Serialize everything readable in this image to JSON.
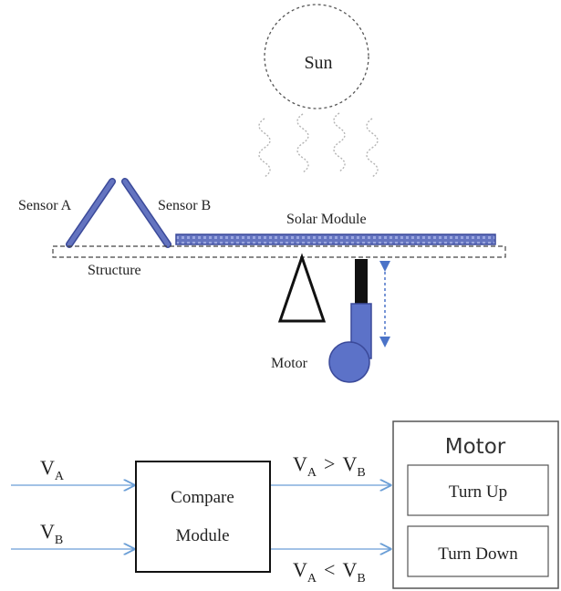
{
  "diagram": {
    "sun_label": "Sun",
    "sensor_a_label": "Sensor A",
    "sensor_b_label": "Sensor B",
    "solar_module_label": "Solar Module",
    "structure_label": "Structure",
    "motor_label": "Motor"
  },
  "block": {
    "input_a": {
      "main": "V",
      "sub": "A"
    },
    "input_b": {
      "main": "V",
      "sub": "B"
    },
    "compare_line1": "Compare",
    "compare_line2": "Module",
    "out_up": {
      "a": "V",
      "a_sub": "A",
      "op": ">",
      "b": "V",
      "b_sub": "B"
    },
    "out_down": {
      "a": "V",
      "a_sub": "A",
      "op": "<",
      "b": "V",
      "b_sub": "B"
    },
    "motor_title": "Motor",
    "turn_up": "Turn Up",
    "turn_down": "Turn Down"
  },
  "colors": {
    "panel_blue": "#6474c0",
    "panel_dark": "#3b4a9a",
    "arrow_blue": "#6a9ed6",
    "motor_fill": "#5c72c8"
  }
}
